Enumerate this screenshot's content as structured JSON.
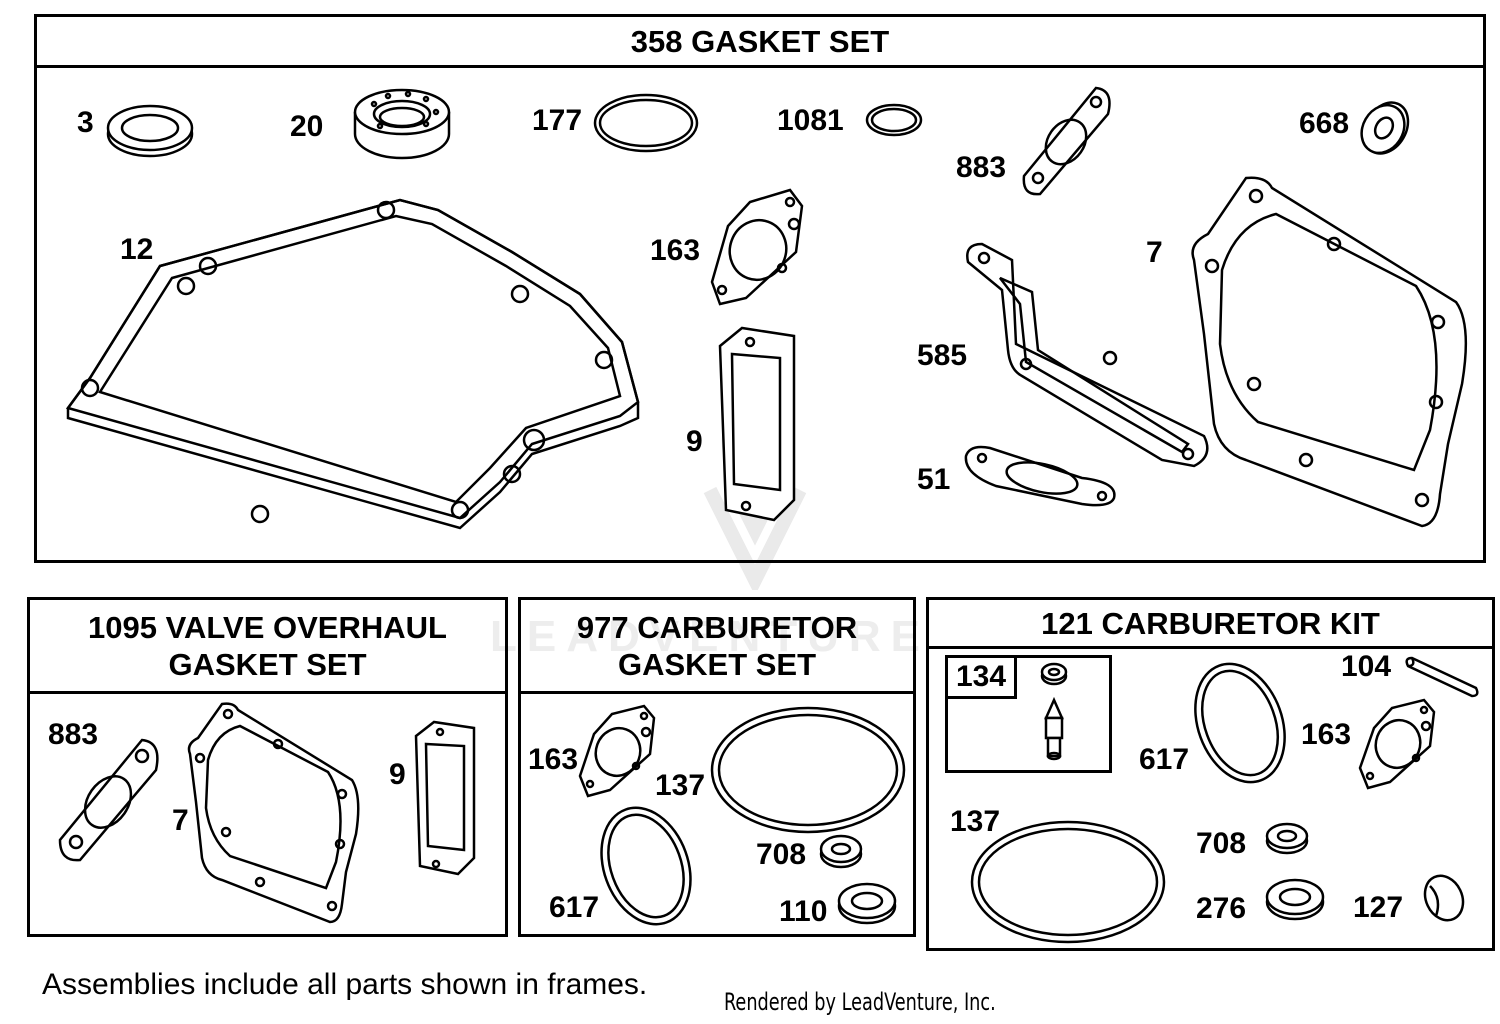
{
  "frames": {
    "gasket_set": {
      "title": "358 GASKET SET"
    },
    "valve_overhaul": {
      "title_line1": "1095 VALVE OVERHAUL",
      "title_line2": "GASKET SET"
    },
    "carb_gasket": {
      "title_line1": "977 CARBURETOR",
      "title_line2": "GASKET SET"
    },
    "carb_kit": {
      "title": "121 CARBURETOR KIT",
      "sub_label": "134"
    }
  },
  "labels": {
    "gs": [
      "3",
      "20",
      "177",
      "1081",
      "668",
      "883",
      "12",
      "163",
      "7",
      "585",
      "9",
      "51"
    ],
    "vo": [
      "883",
      "7",
      "9"
    ],
    "cg": [
      "163",
      "137",
      "708",
      "617",
      "110"
    ],
    "ck": [
      "104",
      "617",
      "163",
      "137",
      "708",
      "276",
      "127"
    ]
  },
  "watermark": {
    "text": "LEADVENTURE"
  },
  "footer": {
    "note": "Assemblies include all parts shown in frames.",
    "rendered": "Rendered by LeadVenture, Inc."
  }
}
